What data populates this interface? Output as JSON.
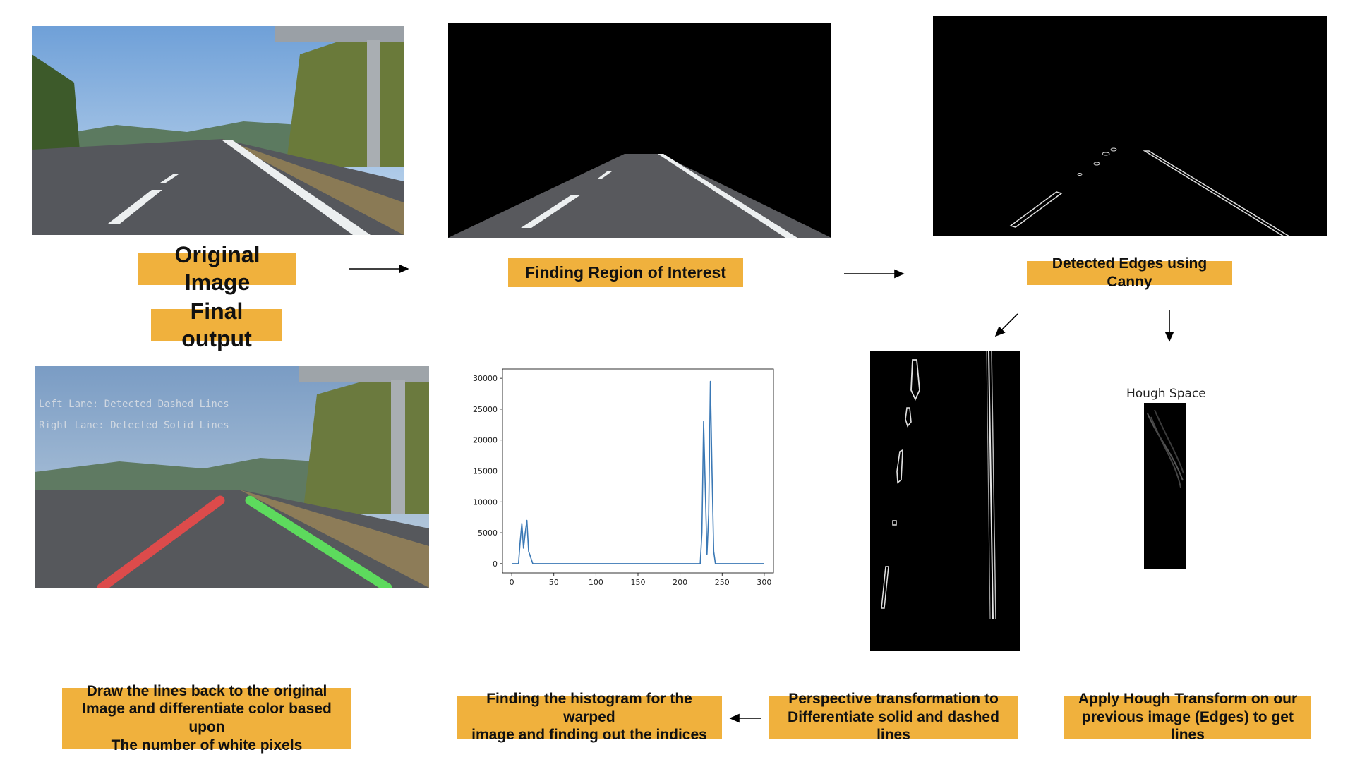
{
  "labels": {
    "original_image": "Original Image",
    "region_of_interest": "Finding Region of Interest",
    "canny_edges": "Detected Edges using Canny",
    "final_output": "Final output",
    "hough_transform": "Apply Hough Transform on our\nprevious image (Edges) to get lines",
    "perspective": "Perspective transformation to\nDifferentiate solid and dashed lines",
    "histogram": "Finding the histogram for the warped\nimage and finding out the indices",
    "draw_lines": "Draw the lines back to the original\nImage and differentiate color based upon\nThe number of white pixels"
  },
  "overlay": {
    "left_lane": "Left Lane: Detected Dashed Lines",
    "right_lane": "Right Lane: Detected Solid Lines"
  },
  "hough": {
    "title": "Hough Space"
  },
  "colors": {
    "label_bg": "#f0b13d",
    "line": "#3a78b5",
    "left_lane": "#e84a4a",
    "right_lane": "#5ee65e"
  },
  "chart_data": {
    "type": "line",
    "title": "",
    "xlabel": "",
    "ylabel": "",
    "xlim": [
      0,
      300
    ],
    "ylim": [
      0,
      30000
    ],
    "x_ticks": [
      0,
      50,
      100,
      150,
      200,
      250,
      300
    ],
    "y_ticks": [
      0,
      5000,
      10000,
      15000,
      20000,
      25000,
      30000
    ],
    "series": [
      {
        "x": [
          0,
          8,
          10,
          12,
          14,
          16,
          18,
          20,
          22,
          25,
          30,
          100,
          200,
          224,
          226,
          228,
          230,
          232,
          234,
          236,
          238,
          240,
          242,
          250,
          300
        ],
        "y": [
          0,
          0,
          3500,
          6500,
          2500,
          5000,
          7000,
          2000,
          1200,
          0,
          0,
          0,
          0,
          0,
          5000,
          23000,
          12000,
          1500,
          8000,
          29500,
          15000,
          2000,
          0,
          0,
          0
        ]
      }
    ]
  }
}
